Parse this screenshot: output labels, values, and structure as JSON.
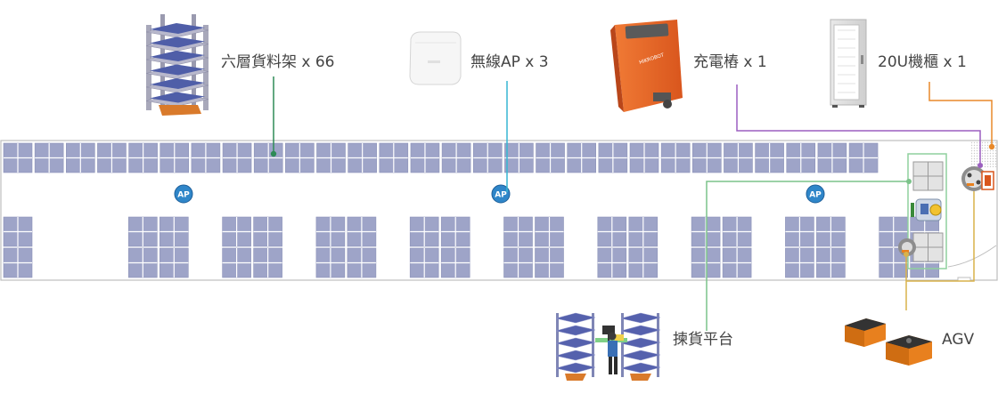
{
  "labels": {
    "shelf": "六層貨料架 x 66",
    "ap": "無線AP x 3",
    "charger": "充電樁 x 1",
    "rack": "20U機櫃 x 1",
    "picking": "揀貨平台",
    "agv": "AGV"
  },
  "ap_marker": "AP",
  "charger_brand": "HIKROBOT",
  "colors": {
    "shelf_cell": "#9ea4c8",
    "shelf_line": "#ffffff",
    "floor_border": "#bdbdbd",
    "line_shelf": "#2e8b57",
    "line_ap": "#36b6d2",
    "line_charger": "#9b5fc0",
    "line_rack": "#e8892a",
    "line_picking": "#7cc38a",
    "line_agv": "#d9b24a",
    "ap_badge": "#2f86c9",
    "agv_orange": "#e8801e"
  },
  "icons": [
    "shelf-rack-icon",
    "wireless-ap-icon",
    "charging-station-icon",
    "server-cabinet-icon",
    "picking-station-icon",
    "agv-robot-icon"
  ]
}
